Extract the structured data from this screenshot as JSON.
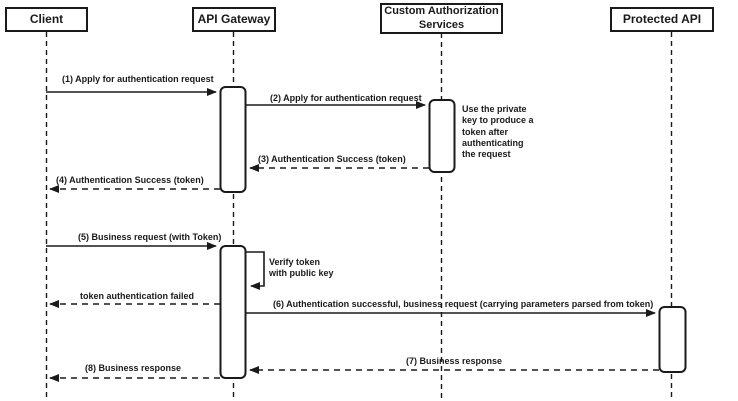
{
  "diagram": {
    "type": "sequence-diagram",
    "colors": {
      "stroke": "#1a1a1a",
      "background": "#ffffff",
      "shape_fill": "#ffffff"
    },
    "actors": [
      {
        "id": "client",
        "label": "Client"
      },
      {
        "id": "api-gateway",
        "label": "API Gateway"
      },
      {
        "id": "custom-authorization-services",
        "label": "Custom Authorization\nServices"
      },
      {
        "id": "protected-api",
        "label": "Protected API"
      }
    ],
    "messages": [
      {
        "seq": "1",
        "label": "(1) Apply for authentication request",
        "from": "client",
        "to": "api-gateway",
        "line": "solid"
      },
      {
        "seq": "2",
        "label": "(2) Apply for authentication request",
        "from": "api-gateway",
        "to": "custom-authorization-services",
        "line": "solid"
      },
      {
        "seq": "3",
        "label": "(3) Authentication Success (token)",
        "from": "custom-authorization-services",
        "to": "api-gateway",
        "line": "dashed"
      },
      {
        "seq": "4",
        "label": "(4) Authentication Success (token)",
        "from": "api-gateway",
        "to": "client",
        "line": "dashed"
      },
      {
        "seq": "5",
        "label": "(5) Business request (with Token)",
        "from": "client",
        "to": "api-gateway",
        "line": "solid"
      },
      {
        "seq": "self",
        "label": "Verify token\nwith public key",
        "from": "api-gateway",
        "to": "api-gateway",
        "line": "solid"
      },
      {
        "seq": "fail",
        "label": "token authentication failed",
        "from": "api-gateway",
        "to": "client",
        "line": "dashed"
      },
      {
        "seq": "6",
        "label": "(6) Authentication successful, business request (carrying parameters parsed from token)",
        "from": "api-gateway",
        "to": "protected-api",
        "line": "solid"
      },
      {
        "seq": "7",
        "label": "(7) Business response",
        "from": "protected-api",
        "to": "api-gateway",
        "line": "dashed"
      },
      {
        "seq": "8",
        "label": "(8) Business response",
        "from": "api-gateway",
        "to": "client",
        "line": "dashed"
      }
    ],
    "notes": [
      {
        "id": "private-key-note",
        "text": "Use the private\nkey to produce a\ntoken after\nauthenticating\nthe request"
      }
    ]
  }
}
